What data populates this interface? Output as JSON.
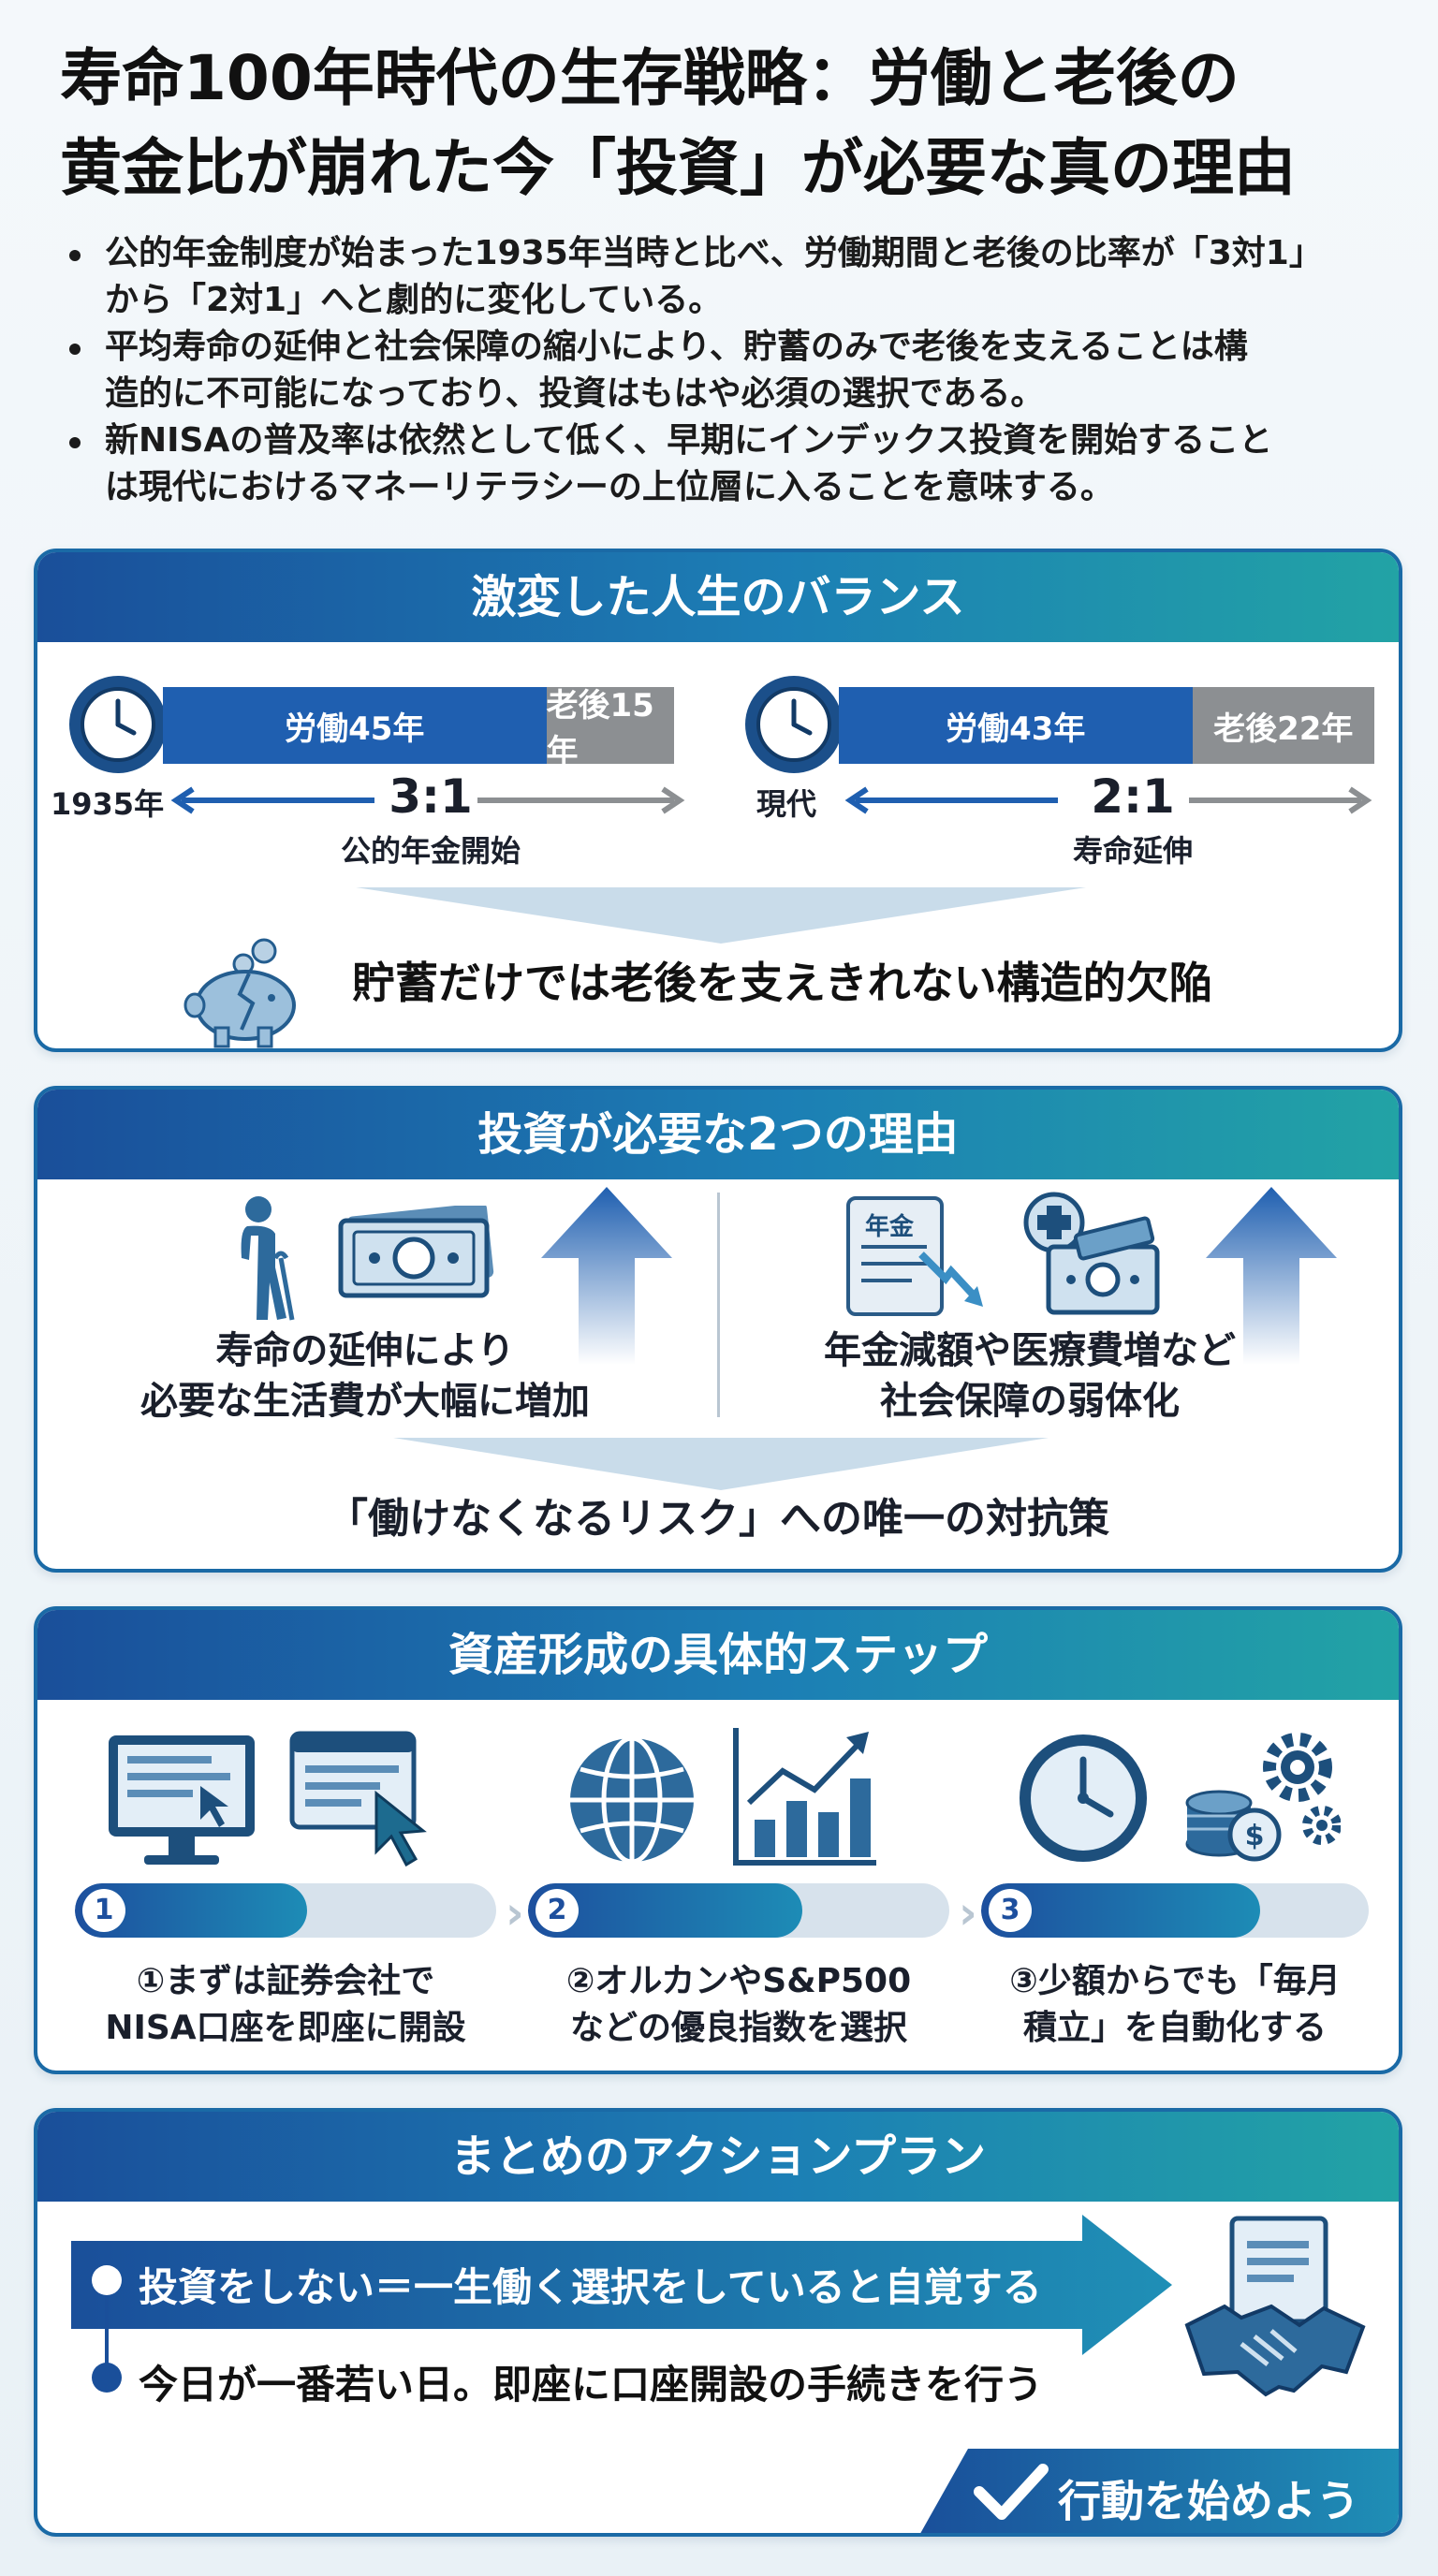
{
  "title": {
    "line1": "寿命100年時代の生存戦略：労働と老後の",
    "line2": "黄金比が崩れた今「投資」が必要な真の理由"
  },
  "bullets": [
    {
      "line1": "公的年金制度が始まった1935年当時と比べ、労働期間と老後の比率が「3対1」",
      "line2": "から「2対1」へと劇的に変化している。"
    },
    {
      "line1": "平均寿命の延伸と社会保障の縮小により、貯蓄のみで老後を支えることは構",
      "line2": "造的に不可能になっており、投資はもはや必須の選択である。"
    },
    {
      "line1": "新NISAの普及率は依然として低く、早期にインデックス投資を開始すること",
      "line2": "は現代におけるマネーリテラシーの上位層に入ることを意味する。"
    }
  ],
  "section1": {
    "heading": "激変した人生のバランス",
    "left": {
      "work": "労働45年",
      "retire": "老後15年",
      "era": "1935年",
      "ratio": "3:1",
      "caption": "公的年金開始",
      "work_share": 0.75
    },
    "right": {
      "work": "労働43年",
      "retire": "老後22年",
      "era": "現代",
      "ratio": "2:1",
      "caption": "寿命延伸",
      "work_share": 0.66
    },
    "conclusion": "貯蓄だけでは老後を支えきれない構造的欠陥"
  },
  "section2": {
    "heading": "投資が必要な2つの理由",
    "reason1": {
      "line1": "寿命の延伸により",
      "line2": "必要な生活費が大幅に増加"
    },
    "reason2": {
      "line1": "年金減額や医療費増など",
      "line2": "社会保障の弱体化",
      "doc_label": "年金"
    },
    "conclusion": "「働けなくなるリスク」への唯一の対抗策"
  },
  "section3": {
    "heading": "資産形成の具体的ステップ",
    "steps": [
      {
        "num": "1",
        "line1": "①まずは証券会社で",
        "line2": "NISA口座を即座に開設",
        "progress": 0.55
      },
      {
        "num": "2",
        "line1": "②オルカンやS&P500",
        "line2": "などの優良指数を選択",
        "progress": 0.65
      },
      {
        "num": "3",
        "line1": "③少額からでも「毎月",
        "line2": "積立」を自動化する",
        "progress": 0.72
      }
    ]
  },
  "section4": {
    "heading": "まとめのアクションプラン",
    "item1": "投資をしない＝一生働く選択をしていると自覚する",
    "item2": "今日が一番若い日。即座に口座開設の手続きを行う",
    "cta": "行動を始めよう"
  },
  "colors": {
    "navy": "#1a4f9a",
    "teal": "#22a3a5",
    "gray": "#8c8f92"
  }
}
